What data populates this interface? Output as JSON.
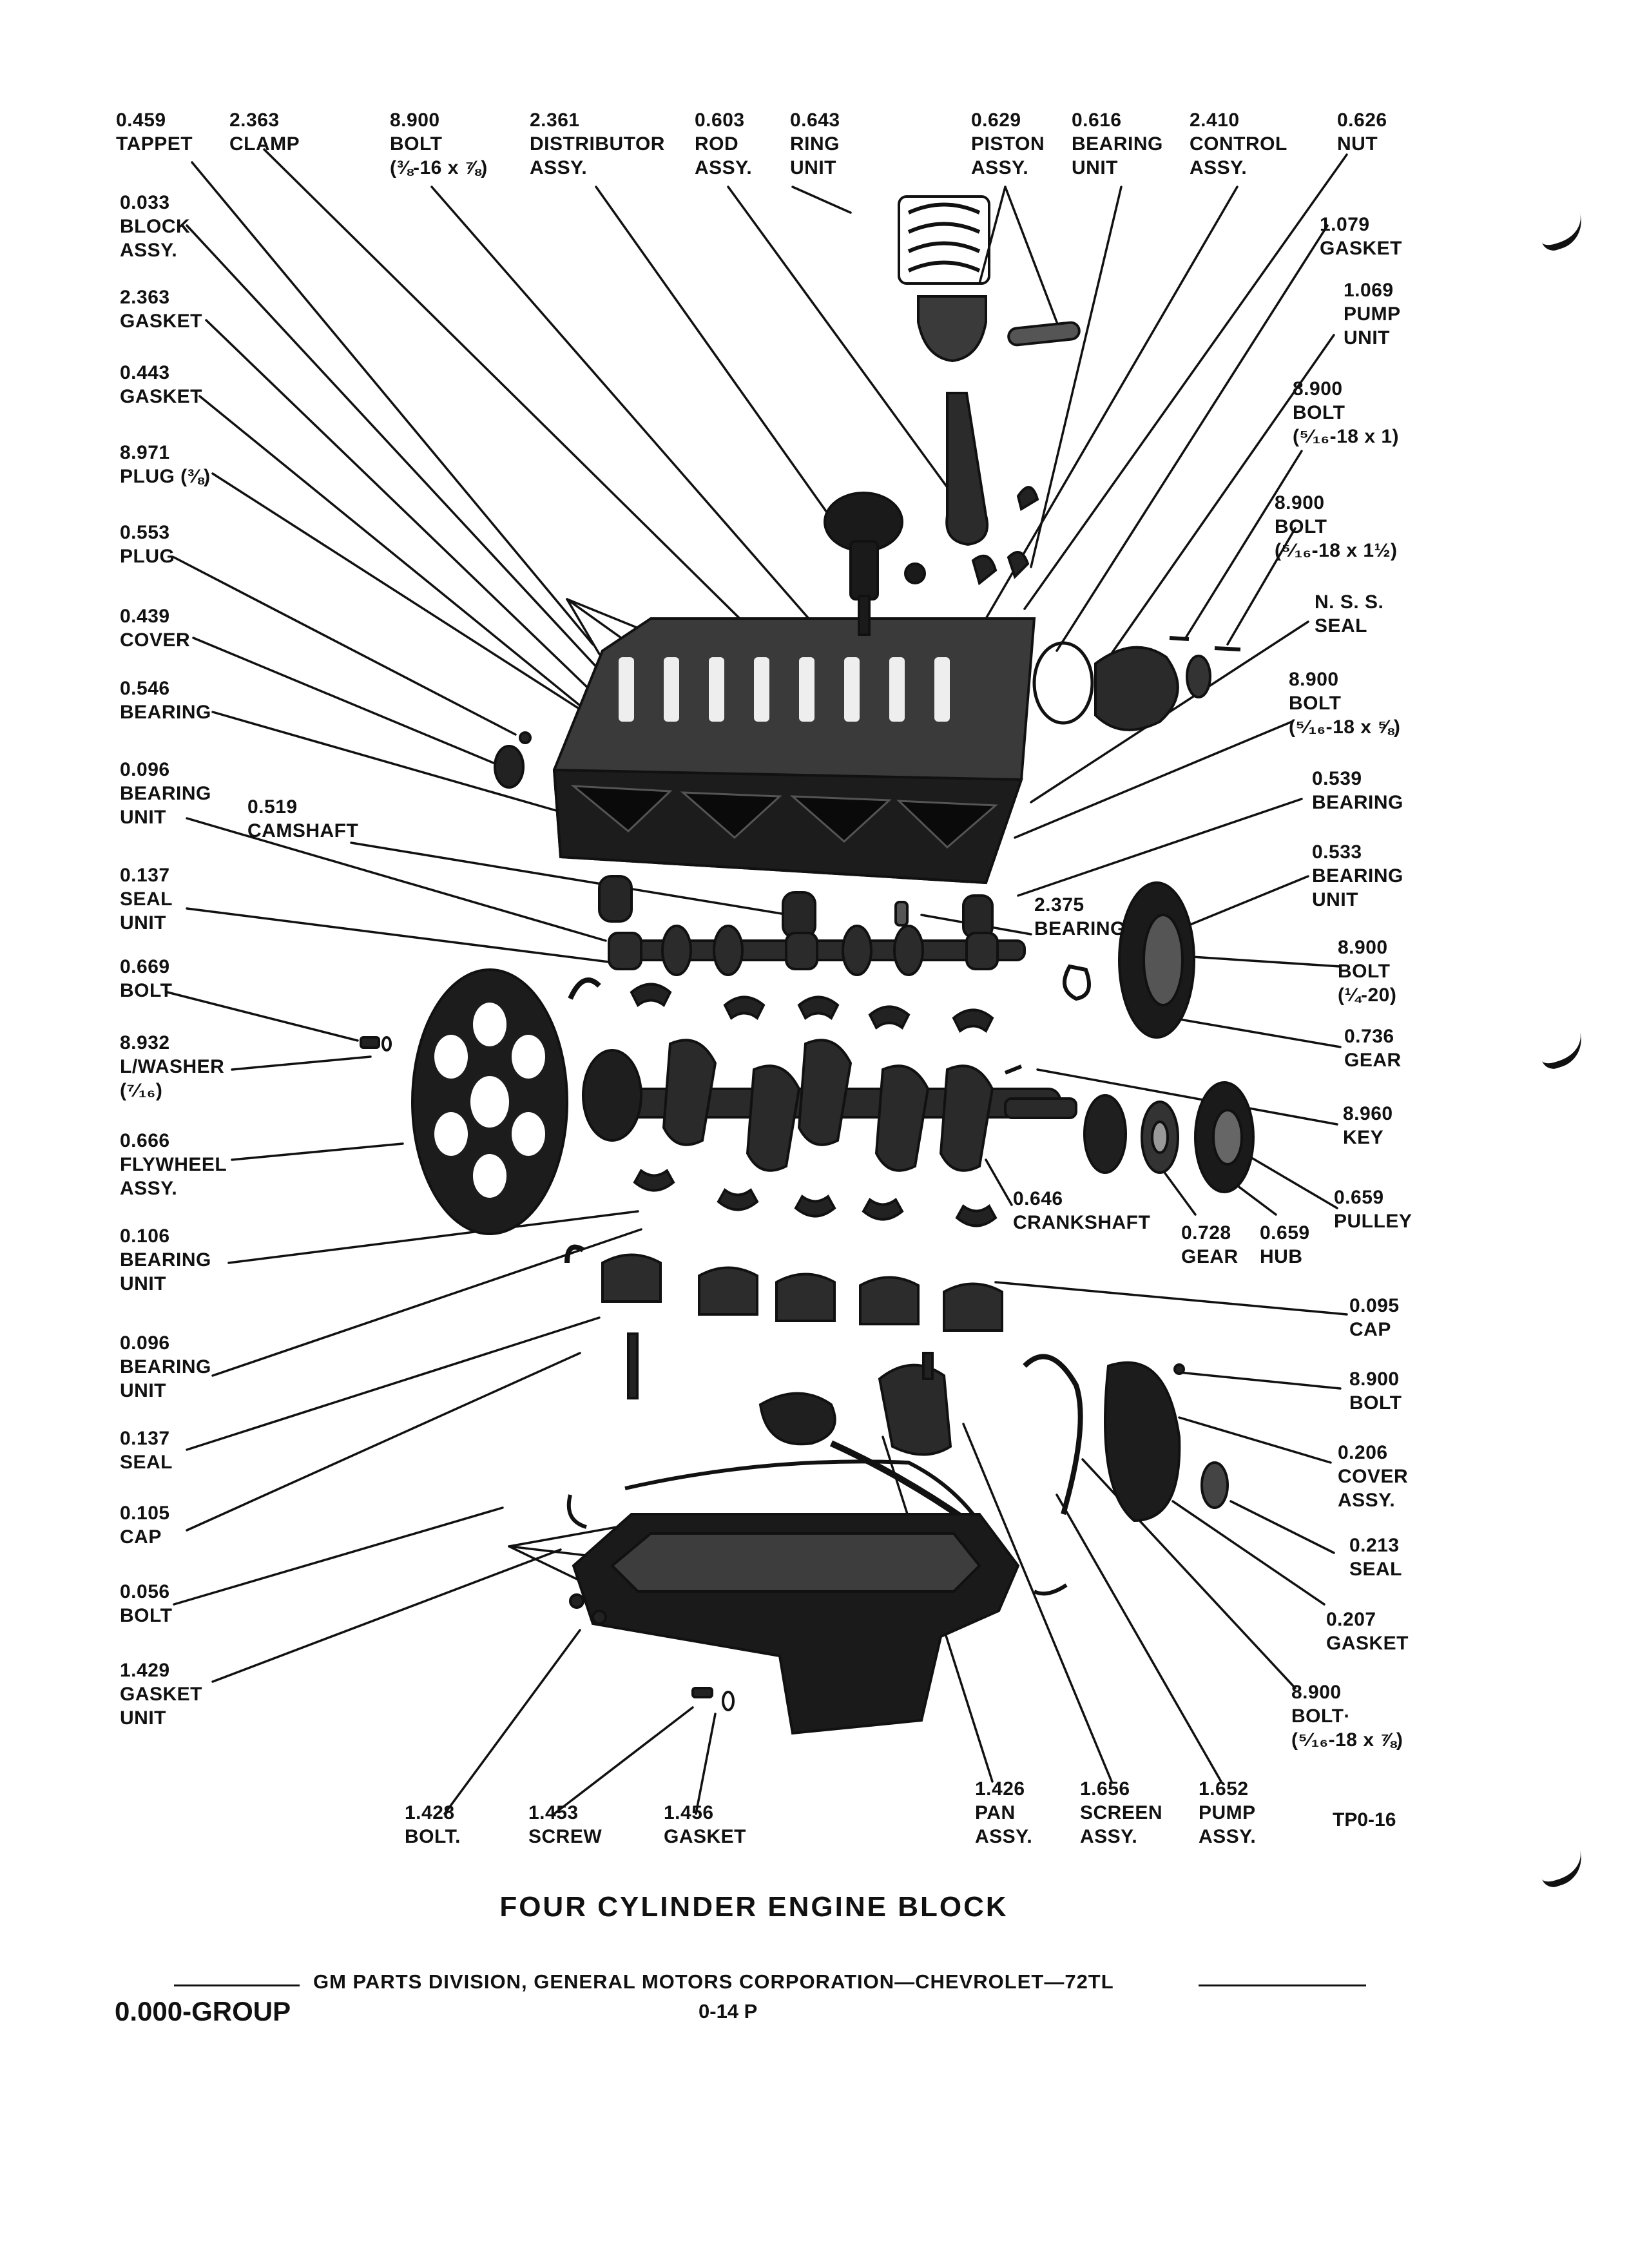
{
  "title": "FOUR CYLINDER ENGINE BLOCK",
  "figure_id": "TP0-16",
  "footer": {
    "text": "GM PARTS DIVISION, GENERAL MOTORS CORPORATION—CHEVROLET—72TL",
    "group": "0.000-GROUP",
    "page": "0-14  P"
  },
  "labels": [
    {
      "id": "l01",
      "lines": [
        "0.459",
        "TAPPET"
      ]
    },
    {
      "id": "l02",
      "lines": [
        "2.363",
        "CLAMP"
      ]
    },
    {
      "id": "l03",
      "lines": [
        "8.900",
        "BOLT",
        "(⅜-16 x ⅞)"
      ]
    },
    {
      "id": "l04",
      "lines": [
        "2.361",
        "DISTRIBUTOR",
        "ASSY."
      ]
    },
    {
      "id": "l05",
      "lines": [
        "0.603",
        "ROD",
        "ASSY."
      ]
    },
    {
      "id": "l06",
      "lines": [
        "0.643",
        "RING",
        "UNIT"
      ]
    },
    {
      "id": "l07",
      "lines": [
        "0.629",
        "PISTON",
        "ASSY."
      ]
    },
    {
      "id": "l08",
      "lines": [
        "0.616",
        "BEARING",
        "UNIT"
      ]
    },
    {
      "id": "l09",
      "lines": [
        "2.410",
        "CONTROL",
        "ASSY."
      ]
    },
    {
      "id": "l10",
      "lines": [
        "0.626",
        "NUT"
      ]
    },
    {
      "id": "l11",
      "lines": [
        "0.033",
        "BLOCK",
        "ASSY."
      ]
    },
    {
      "id": "l12",
      "lines": [
        "2.363",
        "GASKET"
      ]
    },
    {
      "id": "l13",
      "lines": [
        "0.443",
        "GASKET"
      ]
    },
    {
      "id": "l14",
      "lines": [
        "8.971",
        "PLUG (⅜)"
      ]
    },
    {
      "id": "l15",
      "lines": [
        "0.553",
        "PLUG"
      ]
    },
    {
      "id": "l16",
      "lines": [
        "0.439",
        "COVER"
      ]
    },
    {
      "id": "l17",
      "lines": [
        "0.546",
        "BEARING"
      ]
    },
    {
      "id": "l18",
      "lines": [
        "0.096",
        "BEARING",
        "UNIT"
      ]
    },
    {
      "id": "l19",
      "lines": [
        "0.519",
        "CAMSHAFT"
      ]
    },
    {
      "id": "l20",
      "lines": [
        "0.137",
        "SEAL",
        "UNIT"
      ]
    },
    {
      "id": "l21",
      "lines": [
        "0.669",
        "BOLT"
      ]
    },
    {
      "id": "l22",
      "lines": [
        "8.932",
        "L/WASHER",
        "(⁷⁄₁₆)"
      ]
    },
    {
      "id": "l23",
      "lines": [
        "0.666",
        "FLYWHEEL",
        "ASSY."
      ]
    },
    {
      "id": "l24",
      "lines": [
        "0.106",
        "BEARING",
        "UNIT"
      ]
    },
    {
      "id": "l25",
      "lines": [
        "0.096",
        "BEARING",
        "UNIT"
      ]
    },
    {
      "id": "l26",
      "lines": [
        "0.137",
        "SEAL"
      ]
    },
    {
      "id": "l27",
      "lines": [
        "0.105",
        "CAP"
      ]
    },
    {
      "id": "l28",
      "lines": [
        "0.056",
        "BOLT"
      ]
    },
    {
      "id": "l29",
      "lines": [
        "1.429",
        "GASKET",
        "UNIT"
      ]
    },
    {
      "id": "l30",
      "lines": [
        "1.079",
        "GASKET"
      ]
    },
    {
      "id": "l31",
      "lines": [
        "1.069",
        "PUMP",
        "UNIT"
      ]
    },
    {
      "id": "l32",
      "lines": [
        "8.900",
        "BOLT",
        "(⁵⁄₁₆-18 x 1)"
      ]
    },
    {
      "id": "l33",
      "lines": [
        "8.900",
        "BOLT",
        "(⁵⁄₁₆-18 x 1½)"
      ]
    },
    {
      "id": "l34",
      "lines": [
        "N. S. S.",
        "SEAL"
      ]
    },
    {
      "id": "l35",
      "lines": [
        "8.900",
        "BOLT",
        "(⁵⁄₁₆-18 x ⅝)"
      ]
    },
    {
      "id": "l36",
      "lines": [
        "0.539",
        "BEARING"
      ]
    },
    {
      "id": "l37",
      "lines": [
        "0.533",
        "BEARING",
        "UNIT"
      ]
    },
    {
      "id": "l38",
      "lines": [
        "2.375",
        "BEARING"
      ]
    },
    {
      "id": "l39",
      "lines": [
        "8.900",
        "BOLT",
        "(¼-20)"
      ]
    },
    {
      "id": "l40",
      "lines": [
        "0.736",
        "GEAR"
      ]
    },
    {
      "id": "l41",
      "lines": [
        "8.960",
        "KEY"
      ]
    },
    {
      "id": "l42",
      "lines": [
        "0.659",
        "PULLEY"
      ]
    },
    {
      "id": "l43",
      "lines": [
        "0.646",
        "CRANKSHAFT"
      ]
    },
    {
      "id": "l44",
      "lines": [
        "0.728",
        "GEAR"
      ]
    },
    {
      "id": "l45",
      "lines": [
        "0.659",
        "HUB"
      ]
    },
    {
      "id": "l46",
      "lines": [
        "0.095",
        "CAP"
      ]
    },
    {
      "id": "l47",
      "lines": [
        "8.900",
        "BOLT"
      ]
    },
    {
      "id": "l48",
      "lines": [
        "0.206",
        "COVER",
        "ASSY."
      ]
    },
    {
      "id": "l49",
      "lines": [
        "0.213",
        "SEAL"
      ]
    },
    {
      "id": "l50",
      "lines": [
        "0.207",
        "GASKET"
      ]
    },
    {
      "id": "l51",
      "lines": [
        "8.900",
        "BOLT·",
        "(⁵⁄₁₆-18 x ⅞)"
      ]
    },
    {
      "id": "l52",
      "lines": [
        "1.428",
        "BOLT."
      ]
    },
    {
      "id": "l53",
      "lines": [
        "1.453",
        "SCREW"
      ]
    },
    {
      "id": "l54",
      "lines": [
        "1.456",
        "GASKET"
      ]
    },
    {
      "id": "l55",
      "lines": [
        "1.426",
        "PAN",
        "ASSY."
      ]
    },
    {
      "id": "l56",
      "lines": [
        "1.656",
        "SCREEN",
        "ASSY."
      ]
    },
    {
      "id": "l57",
      "lines": [
        "1.652",
        "PUMP",
        "ASSY."
      ]
    }
  ]
}
